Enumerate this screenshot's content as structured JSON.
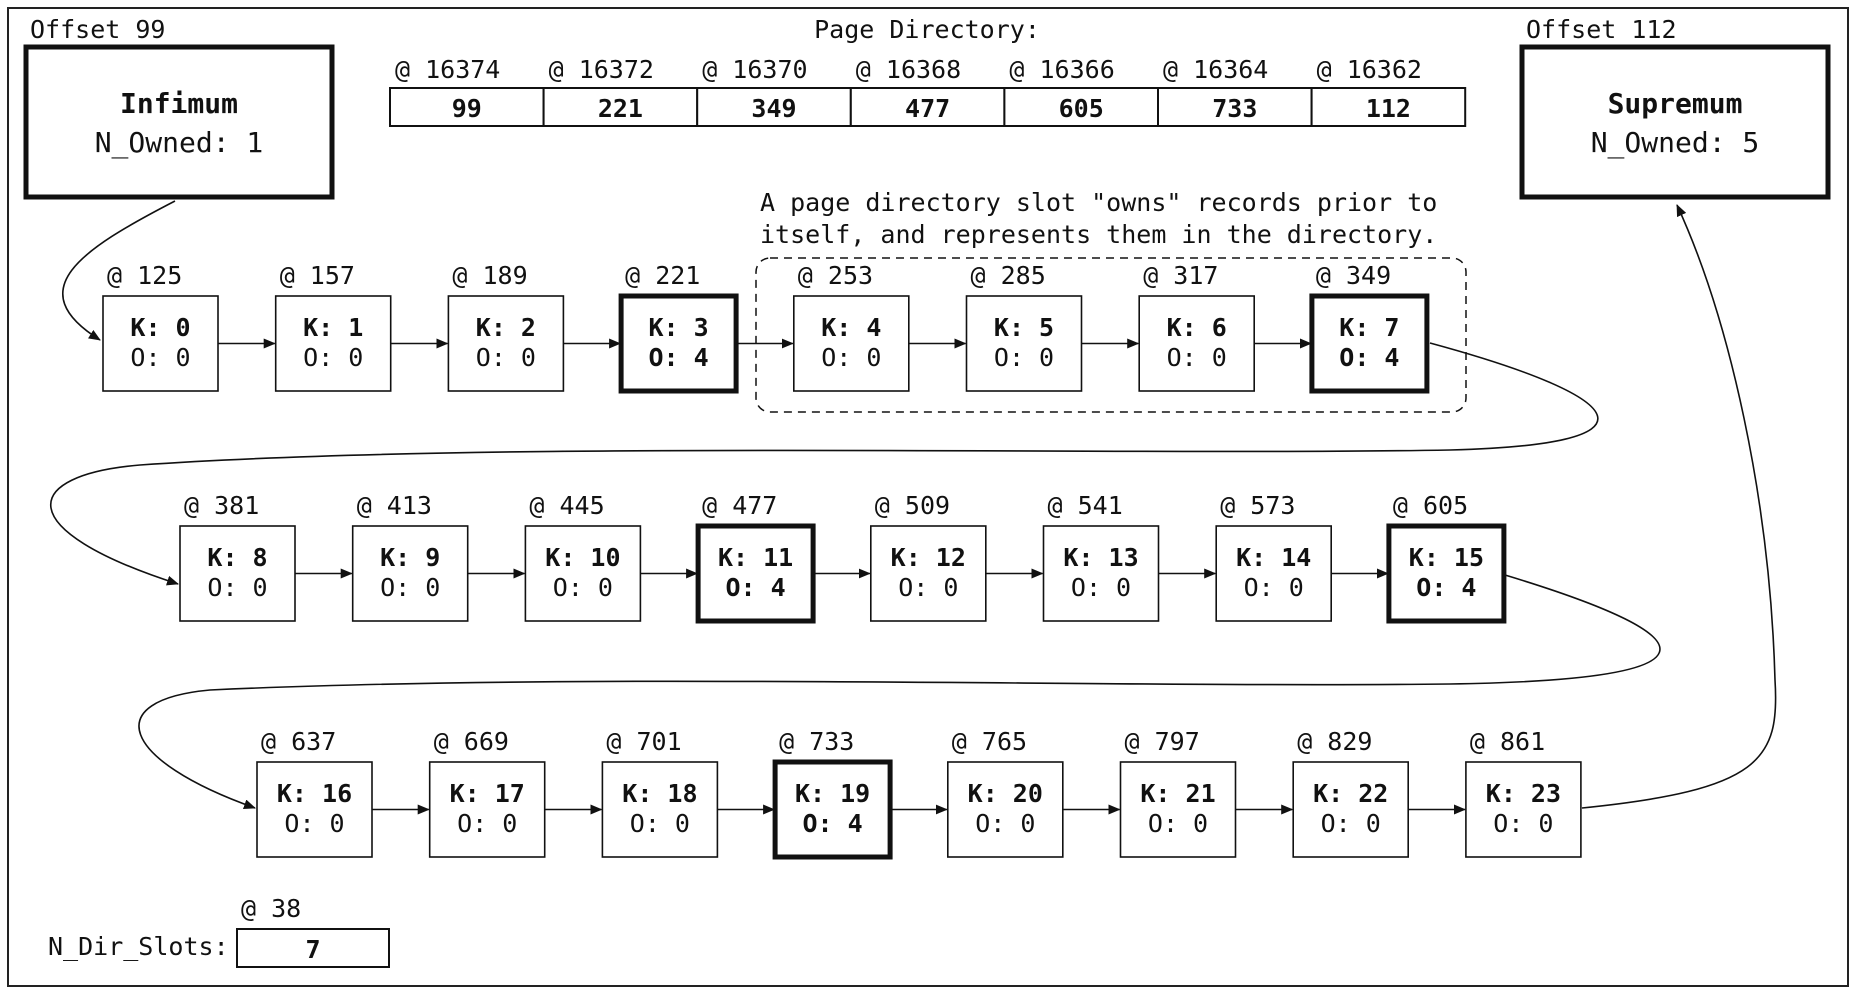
{
  "infimum": {
    "offset_label": "Offset 99",
    "title": "Infimum",
    "owned": "N_Owned: 1"
  },
  "supremum": {
    "offset_label": "Offset 112",
    "title": "Supremum",
    "owned": "N_Owned: 5"
  },
  "page_directory": {
    "title": "Page Directory:",
    "slots": [
      {
        "addr": "@ 16374",
        "value": "99"
      },
      {
        "addr": "@ 16372",
        "value": "221"
      },
      {
        "addr": "@ 16370",
        "value": "349"
      },
      {
        "addr": "@ 16368",
        "value": "477"
      },
      {
        "addr": "@ 16366",
        "value": "605"
      },
      {
        "addr": "@ 16364",
        "value": "733"
      },
      {
        "addr": "@ 16362",
        "value": "112"
      }
    ]
  },
  "annotation": {
    "line1": "A page directory slot \"owns\" records prior to",
    "line2": "itself, and represents them in the directory."
  },
  "records": [
    {
      "addr": "@ 125",
      "k": "K: 0",
      "o": "O: 0",
      "owner": false
    },
    {
      "addr": "@ 157",
      "k": "K: 1",
      "o": "O: 0",
      "owner": false
    },
    {
      "addr": "@ 189",
      "k": "K: 2",
      "o": "O: 0",
      "owner": false
    },
    {
      "addr": "@ 221",
      "k": "K: 3",
      "o": "O: 4",
      "owner": true
    },
    {
      "addr": "@ 253",
      "k": "K: 4",
      "o": "O: 0",
      "owner": false
    },
    {
      "addr": "@ 285",
      "k": "K: 5",
      "o": "O: 0",
      "owner": false
    },
    {
      "addr": "@ 317",
      "k": "K: 6",
      "o": "O: 0",
      "owner": false
    },
    {
      "addr": "@ 349",
      "k": "K: 7",
      "o": "O: 4",
      "owner": true
    },
    {
      "addr": "@ 381",
      "k": "K: 8",
      "o": "O: 0",
      "owner": false
    },
    {
      "addr": "@ 413",
      "k": "K: 9",
      "o": "O: 0",
      "owner": false
    },
    {
      "addr": "@ 445",
      "k": "K: 10",
      "o": "O: 0",
      "owner": false
    },
    {
      "addr": "@ 477",
      "k": "K: 11",
      "o": "O: 4",
      "owner": true
    },
    {
      "addr": "@ 509",
      "k": "K: 12",
      "o": "O: 0",
      "owner": false
    },
    {
      "addr": "@ 541",
      "k": "K: 13",
      "o": "O: 0",
      "owner": false
    },
    {
      "addr": "@ 573",
      "k": "K: 14",
      "o": "O: 0",
      "owner": false
    },
    {
      "addr": "@ 605",
      "k": "K: 15",
      "o": "O: 4",
      "owner": true
    },
    {
      "addr": "@ 637",
      "k": "K: 16",
      "o": "O: 0",
      "owner": false
    },
    {
      "addr": "@ 669",
      "k": "K: 17",
      "o": "O: 0",
      "owner": false
    },
    {
      "addr": "@ 701",
      "k": "K: 18",
      "o": "O: 0",
      "owner": false
    },
    {
      "addr": "@ 733",
      "k": "K: 19",
      "o": "O: 4",
      "owner": true
    },
    {
      "addr": "@ 765",
      "k": "K: 20",
      "o": "O: 0",
      "owner": false
    },
    {
      "addr": "@ 797",
      "k": "K: 21",
      "o": "O: 0",
      "owner": false
    },
    {
      "addr": "@ 829",
      "k": "K: 22",
      "o": "O: 0",
      "owner": false
    },
    {
      "addr": "@ 861",
      "k": "K: 23",
      "o": "O: 0",
      "owner": false
    }
  ],
  "n_dir_slots": {
    "label": "N_Dir_Slots:",
    "addr": "@ 38",
    "value": "7"
  }
}
